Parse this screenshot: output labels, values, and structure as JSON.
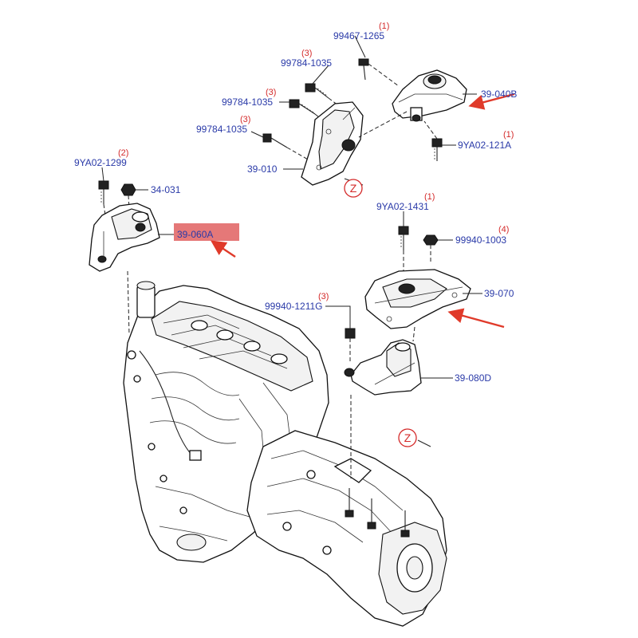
{
  "parts": {
    "p1": {
      "number": "99467-1265",
      "qty": "(1)"
    },
    "p2": {
      "number": "99784-1035",
      "qty": "(3)"
    },
    "p3": {
      "number": "99784-1035",
      "qty": "(3)"
    },
    "p4": {
      "number": "99784-1035",
      "qty": "(3)"
    },
    "p5": {
      "number": "39-040B"
    },
    "p6": {
      "number": "9YA02-121A",
      "qty": "(1)"
    },
    "p7": {
      "number": "39-010"
    },
    "p8": {
      "number": "9YA02-1299",
      "qty": "(2)"
    },
    "p9": {
      "number": "34-031"
    },
    "p10": {
      "number": "39-060A"
    },
    "p11": {
      "number": "9YA02-1431",
      "qty": "(1)"
    },
    "p12": {
      "number": "99940-1003",
      "qty": "(4)"
    },
    "p13": {
      "number": "39-070"
    },
    "p14": {
      "number": "99940-1211G",
      "qty": "(3)"
    },
    "p15": {
      "number": "39-080D"
    }
  },
  "reference_marks": {
    "z1": "Z",
    "z2": "Z"
  },
  "colors": {
    "part_text": "#2a3aa8",
    "qty_text": "#d42a2a",
    "highlight": "#e06060",
    "arrow": "#e03a2a"
  },
  "highlighted_part": "39-060A"
}
